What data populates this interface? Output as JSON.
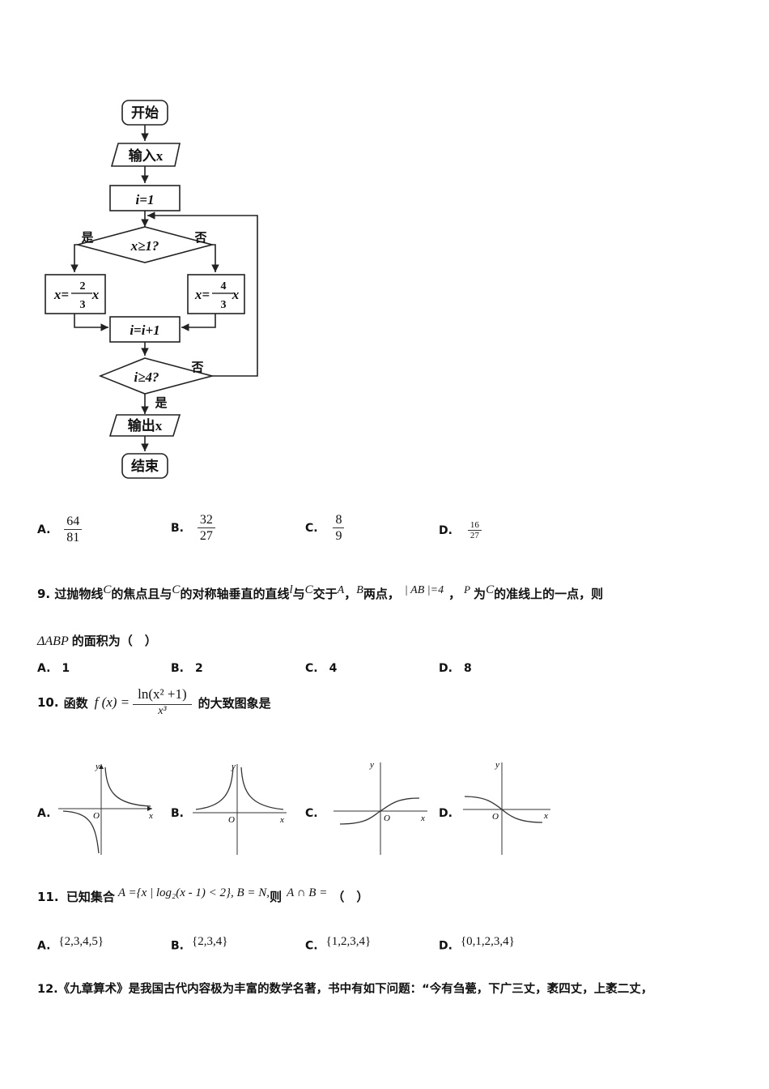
{
  "flowchart": {
    "start": "开始",
    "input": "输入x",
    "init": "i=1",
    "cond1": "x≥1?",
    "yes": "是",
    "no": "否",
    "left_num": "2",
    "left_den": "3",
    "right_num": "4",
    "right_den": "3",
    "assign_prefix": "x=",
    "assign_var": "x",
    "increment": "i=i+1",
    "cond2": "i≥4?",
    "output": "输出x",
    "end": "结束"
  },
  "q8_options": [
    {
      "label": "A.",
      "num": "64",
      "den": "81"
    },
    {
      "label": "B.",
      "num": "32",
      "den": "27"
    },
    {
      "label": "C.",
      "num": "8",
      "den": "9"
    },
    {
      "label": "D.",
      "num": "16",
      "den": "27"
    }
  ],
  "q9": {
    "number": "9.",
    "t1": "过抛物线",
    "C": "C",
    "t2": "的焦点且与",
    "t3": "的对称轴垂直的直线",
    "l": "l",
    "t4": "与",
    "t5": "交于",
    "A": "A",
    "comma": "，",
    "B": "B",
    "t6": "两点，",
    "ab": "| AB |=4",
    "P": "P",
    "t7": "为",
    "t8": "的准线上的一点，则",
    "tri": "ΔABP",
    "t9": "的面积为（　）",
    "options": [
      {
        "label": "A.",
        "value": "1"
      },
      {
        "label": "B.",
        "value": "2"
      },
      {
        "label": "C.",
        "value": "4"
      },
      {
        "label": "D.",
        "value": "8"
      }
    ]
  },
  "q10": {
    "number": "10.",
    "t1": "函数",
    "fx": "f (x) =",
    "num": "ln(x² +1)",
    "den": "x³",
    "t2": "的大致图象是",
    "labels": [
      "A.",
      "B.",
      "C.",
      "D."
    ],
    "axis_y": "y",
    "axis_x": "x",
    "origin": "O"
  },
  "q11": {
    "number": "11.",
    "t1": "已知集合",
    "set": "A ={x | log₂(x - 1) < 2}, B = N,",
    "t2": "则",
    "expr": "A ∩ B =",
    "t3": "（　）",
    "options": [
      {
        "label": "A.",
        "value": "{2,3,4,5}"
      },
      {
        "label": "B.",
        "value": "{2,3,4}"
      },
      {
        "label": "C.",
        "value": "{1,2,3,4}"
      },
      {
        "label": "D.",
        "value": "{0,1,2,3,4}"
      }
    ]
  },
  "q12": {
    "text": "12.《九章算术》是我国古代内容极为丰富的数学名著，书中有如下问题：“今有刍甍，下广三丈，袤四丈，上袤二丈，"
  }
}
